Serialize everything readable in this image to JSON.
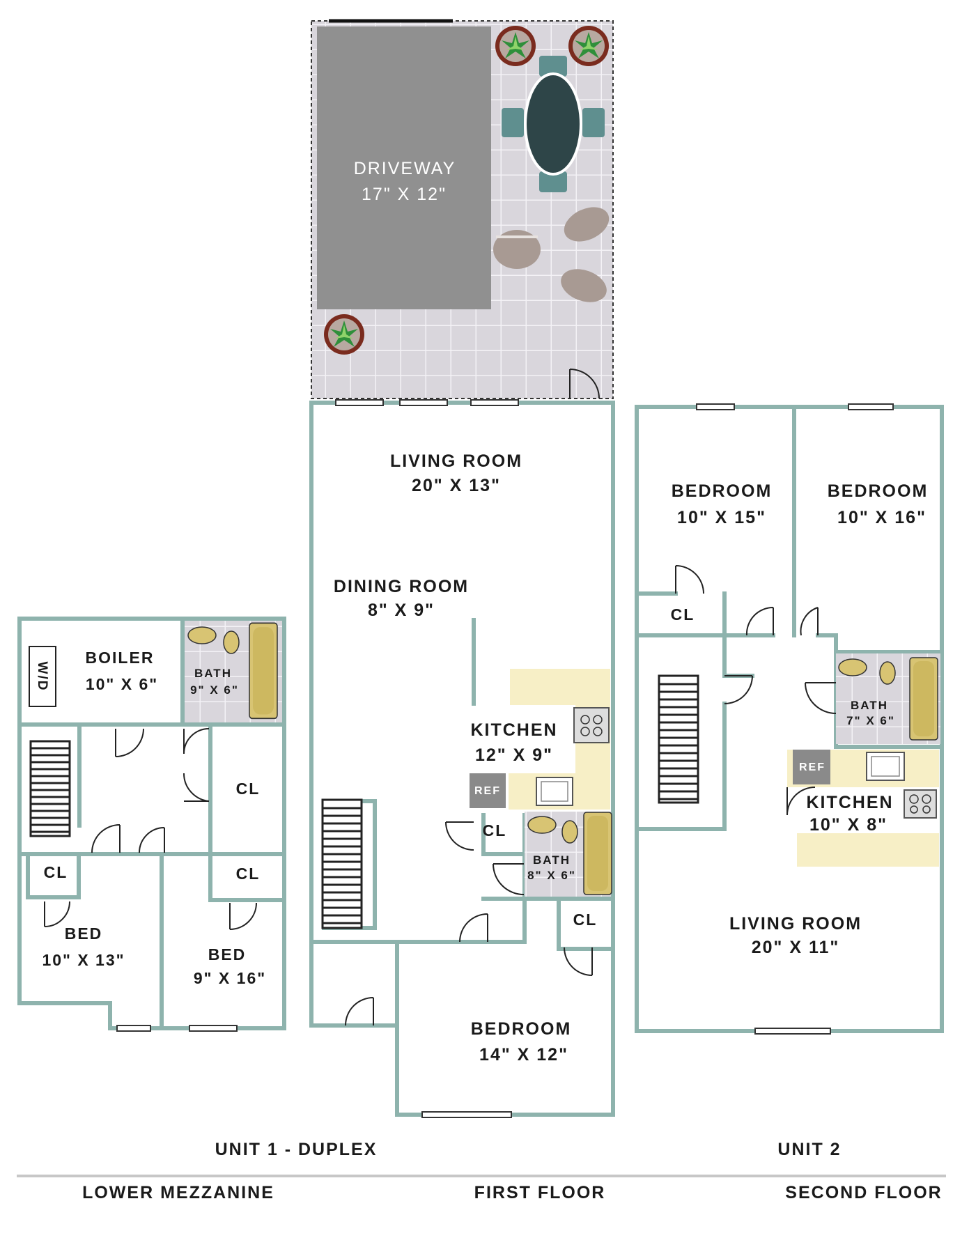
{
  "unit1": {
    "title": "UNIT 1 - DUPLEX",
    "lower_mezzanine": {
      "boiler": {
        "name": "BOILER",
        "size": "10\" X 6\""
      },
      "wd": "W/D",
      "bath": {
        "name": "BATH",
        "size": "9\" X 6\""
      },
      "closets": [
        "CL",
        "CL",
        "CL"
      ],
      "bed_a": {
        "name": "BED",
        "size": "10\" X 13\""
      },
      "bed_b": {
        "name": "BED",
        "size": "9\" X 16\""
      }
    },
    "first_floor": {
      "driveway": {
        "name": "DRIVEWAY",
        "size": "17\" X 12\""
      },
      "living": {
        "name": "LIVING ROOM",
        "size": "20\" X 13\""
      },
      "dining": {
        "name": "DINING ROOM",
        "size": "8\" X 9\""
      },
      "kitchen": {
        "name": "KITCHEN",
        "size": "12\" X 9\""
      },
      "ref": "REF",
      "closet_a": "CL",
      "closet_b": "CL",
      "bath": {
        "name": "BATH",
        "size": "8\" X 6\""
      },
      "bedroom": {
        "name": "BEDROOM",
        "size": "14\" X 12\""
      }
    }
  },
  "unit2": {
    "title": "UNIT 2",
    "bedroom_a": {
      "name": "BEDROOM",
      "size": "10\" X 15\""
    },
    "bedroom_b": {
      "name": "BEDROOM",
      "size": "10\" X 16\""
    },
    "closet": "CL",
    "bath": {
      "name": "BATH",
      "size": "7\" X 6\""
    },
    "ref": "REF",
    "kitchen": {
      "name": "KITCHEN",
      "size": "10\" X 8\""
    },
    "living": {
      "name": "LIVING ROOM",
      "size": "20\" X 11\""
    }
  },
  "footer": {
    "lower_mezzanine": "LOWER MEZZANINE",
    "first_floor": "FIRST FLOOR",
    "second_floor": "SECOND FLOOR"
  },
  "colors": {
    "wall": "#8eb3ad",
    "driveway": "#909090",
    "patio": "#d9d6dc",
    "counter": "#f7efc6",
    "fixture": "#d8c473",
    "table": "#2e4548",
    "chair": "#5f8f8f",
    "lounge": "#a89a93"
  }
}
